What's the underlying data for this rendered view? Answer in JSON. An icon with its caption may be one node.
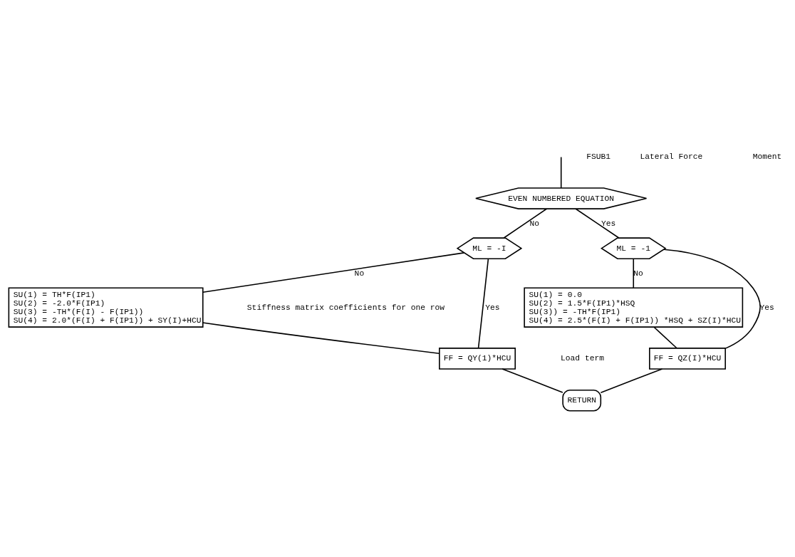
{
  "diagram": {
    "nodes": [
      {
        "text": [
          "EVEN NUMBERED EQUATION"
        ]
      },
      {
        "text": [
          "ML = -I"
        ]
      },
      {
        "text": [
          "ML = -1"
        ]
      },
      {
        "text": [
          "SU(1) = TH*F(IP1)",
          "SU(2) = -2.0*F(IP1)",
          "SU(3) = -TH*(F(I) - F(IP1))",
          "SU(4) = 2.0*(F(I) + F(IP1)) + SY(I)+HCU"
        ]
      },
      {
        "text": [
          "SU(1) = 0.0",
          "SU(2) = 1.5*F(IP1)*HSQ",
          "SU(3)) = -TH*F(IP1)",
          "SU(4) = 2.5*(F(I) + F(IP1)) *HSQ + SZ(I)*HCU"
        ]
      },
      {
        "text": [
          "FF = QY(1)*HCU"
        ]
      },
      {
        "text": [
          "FF = QZ(I)*HCU"
        ]
      },
      {
        "text": [
          "RETURN"
        ]
      }
    ],
    "edges": [
      {
        "from": null,
        "to": 0,
        "arrow": "none"
      },
      {
        "from": 0,
        "to": 1,
        "arrow": "none",
        "label": "No"
      },
      {
        "from": 0,
        "to": 2,
        "arrow": "none",
        "label": "Yes"
      },
      {
        "from": 1,
        "to": 3,
        "arrow": "none",
        "label": "No"
      },
      {
        "from": 1,
        "to": 5,
        "arrow": "none",
        "label": "Yes"
      },
      {
        "from": 2,
        "to": 4,
        "arrow": "none",
        "label": "No"
      },
      {
        "from": 2,
        "to": 6,
        "arrow": "none",
        "label": "Yes"
      },
      {
        "from": 3,
        "to": 5,
        "arrow": "none"
      },
      {
        "from": 4,
        "to": 6,
        "arrow": "none"
      },
      {
        "from": 5,
        "to": 7,
        "arrow": "none"
      },
      {
        "from": 6,
        "to": 7,
        "arrow": "none"
      }
    ],
    "labels": [
      "FSUB1",
      "Lateral Force",
      "Moment",
      "Stiffness matrix coefficients for one row",
      "Load term"
    ]
  }
}
